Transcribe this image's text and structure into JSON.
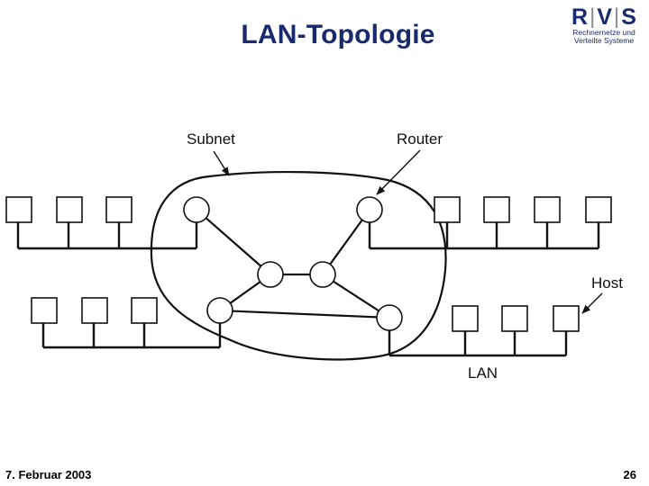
{
  "slide": {
    "title": "LAN-Topologie",
    "date": "7. Februar 2003",
    "page": "26"
  },
  "logo": {
    "letters": [
      "R",
      "V",
      "S"
    ],
    "line1": "Rechnernetze und",
    "line2": "Verteilte Systeme"
  },
  "diagram": {
    "labels": {
      "subnet": "Subnet",
      "router": "Router",
      "host": "Host",
      "lan": "LAN"
    }
  },
  "colors": {
    "title": "#1a2a6c",
    "lines": "#111111",
    "logo_bar": "#8a8a8a"
  }
}
